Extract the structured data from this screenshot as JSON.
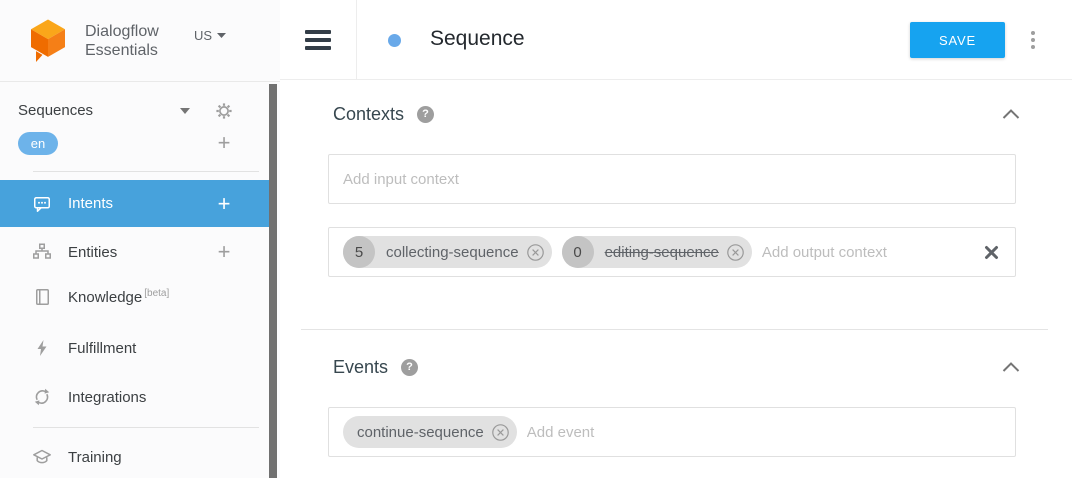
{
  "brand": {
    "line1": "Dialogflow",
    "line2": "Essentials",
    "region": "US"
  },
  "sidebar": {
    "agent_selector": {
      "label": "Sequences"
    },
    "language": {
      "code": "en",
      "add_label": "+"
    },
    "items": [
      {
        "label": "Intents",
        "action": "+",
        "active": true
      },
      {
        "label": "Entities",
        "action": "+",
        "active": false
      },
      {
        "label": "Knowledge",
        "badge": "[beta]",
        "active": false
      },
      {
        "label": "Fulfillment",
        "active": false
      },
      {
        "label": "Integrations",
        "active": false
      },
      {
        "label": "Training",
        "active": false
      }
    ]
  },
  "header": {
    "title": "Sequence",
    "save_label": "SAVE"
  },
  "sections": {
    "contexts": {
      "title": "Contexts",
      "input_placeholder": "Add input context",
      "output_placeholder": "Add output context",
      "output_chips": [
        {
          "lifespan": "5",
          "name": "collecting-sequence",
          "strikethrough": false
        },
        {
          "lifespan": "0",
          "name": "editing-sequence",
          "strikethrough": true
        }
      ]
    },
    "events": {
      "title": "Events",
      "placeholder": "Add event",
      "chips": [
        {
          "name": "continue-sequence"
        }
      ]
    }
  },
  "colors": {
    "save_button": "#16a3f0",
    "active_nav_item": "#47a2dc",
    "language_chip": "#6db3ea",
    "title_dot": "#69a9e9",
    "chip_background": "#e1e1e1",
    "chip_lifespan_circle": "#c4c4c4",
    "logo_orange_top": "#FAA61A",
    "logo_orange_right": "#F57F17",
    "logo_orange_left": "#EF6C00"
  }
}
